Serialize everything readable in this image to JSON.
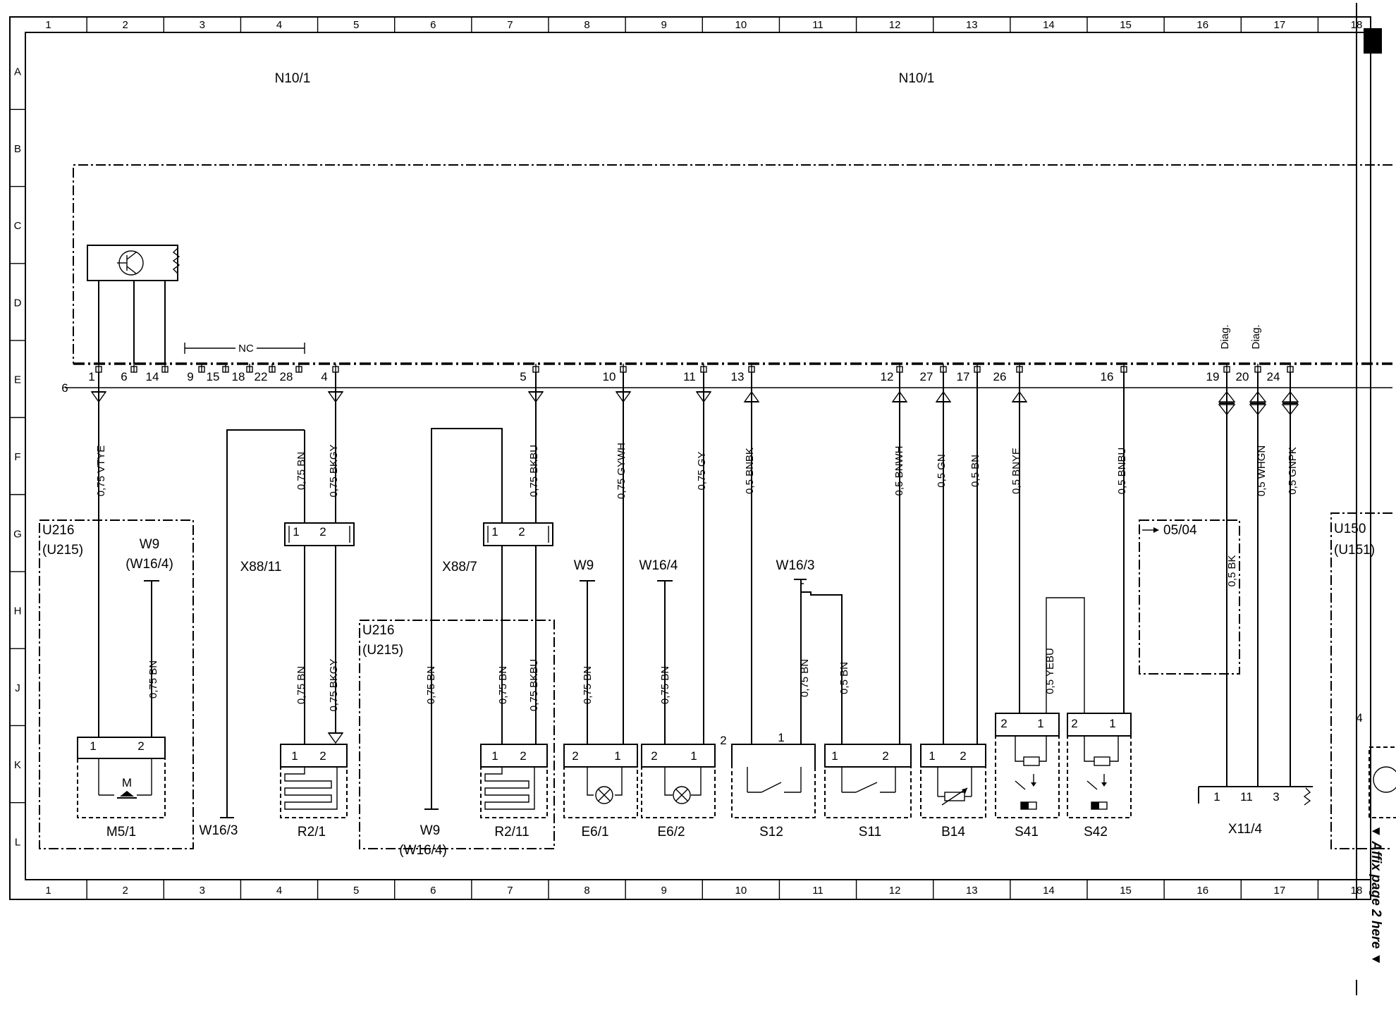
{
  "grid": {
    "columns": [
      "1",
      "2",
      "3",
      "4",
      "5",
      "6",
      "7",
      "8",
      "9",
      "10",
      "11",
      "12",
      "13",
      "14",
      "15",
      "16",
      "17",
      "18"
    ],
    "rows": [
      "A",
      "B",
      "C",
      "D",
      "E",
      "F",
      "G",
      "H",
      "J",
      "K",
      "L"
    ]
  },
  "module": {
    "label_left": "N10/1",
    "label_right": "N10/1"
  },
  "pins": {
    "row1": [
      "1",
      "6",
      "14",
      "9",
      "15",
      "18",
      "22",
      "28",
      "4",
      "5",
      "10",
      "11",
      "13",
      "12",
      "27",
      "17",
      "26",
      "16",
      "19",
      "20",
      "24"
    ],
    "extra_6": "6",
    "nc": "NC",
    "diag": "Diag."
  },
  "wires": {
    "w1": "0,75 VTYE",
    "w2": "0,75 BN",
    "w3": "0,75 BKGY",
    "w4": "0,75 BKBU",
    "w5": "0,75 GYWH",
    "w6": "0,75 GY",
    "w7": "0,5 BNBK",
    "w8": "0,5 BNWH",
    "w9": "0,5 GN",
    "w10": "0,5 BN",
    "w11": "0,5 BNYE",
    "w12": "0,5 BNBU",
    "w13": "0,5 BK",
    "w14": "0,5 WHGN",
    "w15": "0,5 GNPK",
    "m51": "0,75 BN",
    "r21a": "0,75 BN",
    "r21b": "0,75 BKGY",
    "w9m": "0,75 BN",
    "r211a": "0,75 BN",
    "r211b": "0,75 BKBU",
    "e61": "0,75 BN",
    "e62": "0,75 BN",
    "s12": "0,75 BN",
    "s11": "0,5 BN",
    "s41": "0,5 YEBU",
    "x114": "0,5 BK"
  },
  "labels": {
    "u216a": "U216",
    "u215a": "(U215)",
    "w9a": "W9",
    "w164a": "(W16/4)",
    "x8811": "X88/11",
    "x887": "X88/7",
    "u216b": "U216",
    "u215b": "(U215)",
    "w9b": "W9",
    "w164b": "W16/4",
    "w163": "W16/3",
    "ref0504": "05/04",
    "u150": "U150",
    "u151": "(U151)",
    "w163b": "W16/3",
    "w9c": "W9",
    "w164c": "(W16/4)"
  },
  "components": {
    "m51": "M5/1",
    "r21": "R2/1",
    "r211": "R2/11",
    "e61": "E6/1",
    "e62": "E6/2",
    "s12": "S12",
    "s11": "S11",
    "b14": "B14",
    "s41": "S41",
    "s42": "S42",
    "x114": "X11/4",
    "m": "M"
  },
  "misc": {
    "affix": "▼ Affix page 2 here ▼",
    "n1": "1",
    "n2": "2",
    "n4": "4",
    "n11": "11",
    "n3": "3"
  }
}
